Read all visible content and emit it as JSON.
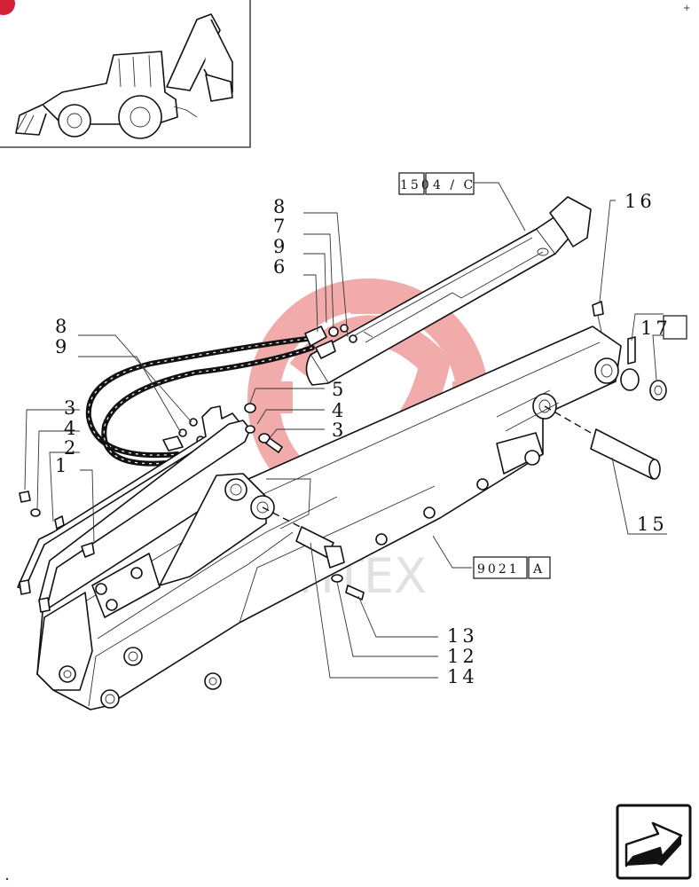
{
  "callouts": {
    "c8a": "8",
    "c7": "7",
    "c9a": "9",
    "c6": "6",
    "c8b": "8",
    "c9b": "9",
    "c5": "5",
    "c4a": "4",
    "c3a": "3",
    "c3b": "3",
    "c4b": "4",
    "c2": "2",
    "c1": "1",
    "c16": "16",
    "c17": "17",
    "c15": "15",
    "c13": "13",
    "c12": "12",
    "c14": "14"
  },
  "references": {
    "cylinder_ref_num": "150",
    "cylinder_ref_code": "4 / C",
    "boom_ref_num": "9021",
    "boom_ref_code": "A"
  },
  "watermark": {
    "text": "ИНТЕХ",
    "color": "#e03a3a"
  },
  "colors": {
    "line": "#111111",
    "watermark_red": "#e03a3a",
    "badge": "#d4213a"
  },
  "icons": [
    "backhoe-loader-thumbnail-icon",
    "next-page-arrow-icon"
  ]
}
